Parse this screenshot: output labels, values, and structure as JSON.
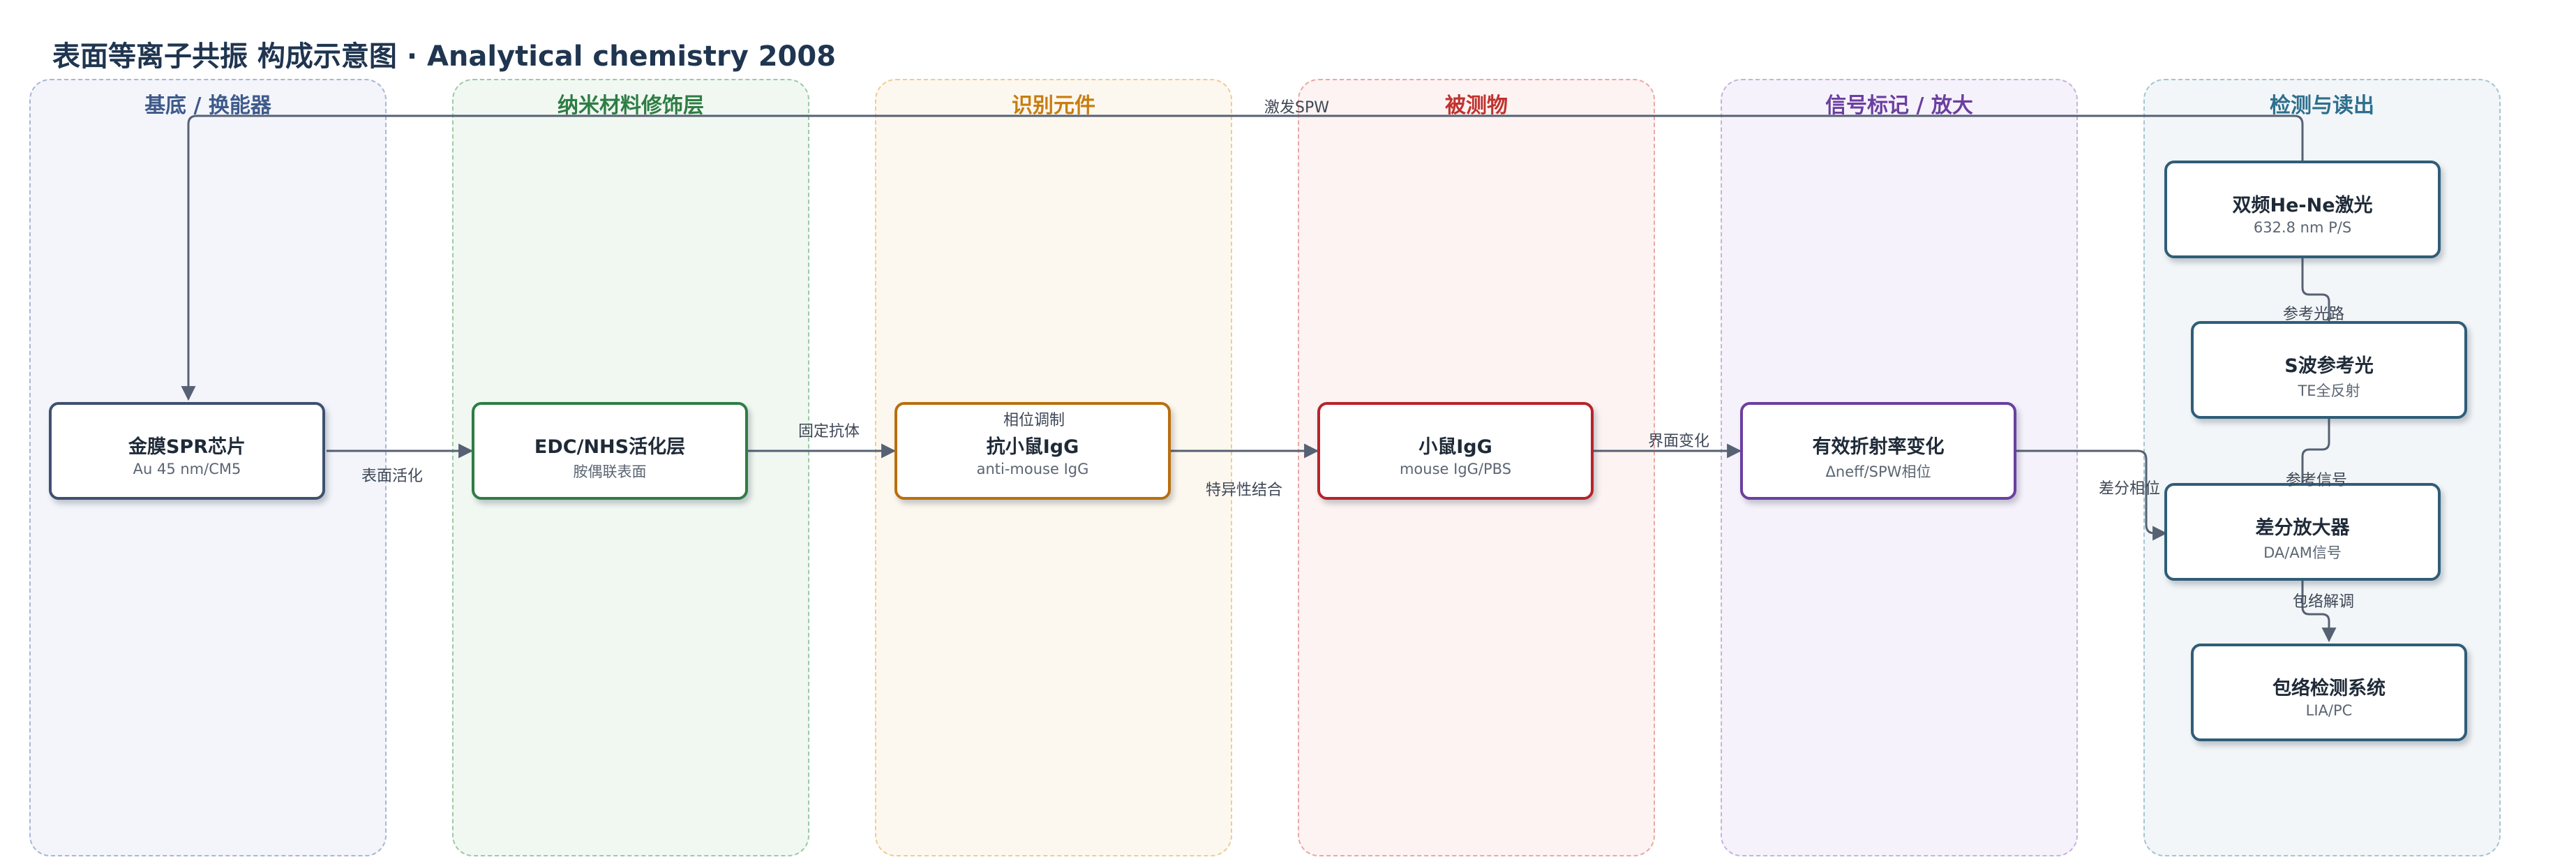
{
  "title": "表面等离子共振 构成示意图 · Analytical chemistry 2008",
  "lanes": [
    {
      "label": "基底 / 换能器",
      "color": "#3e5a8a",
      "fill": "#f3f5fb",
      "border": "#a9b6d6"
    },
    {
      "label": "纳米材料修饰层",
      "color": "#2e7d44",
      "fill": "#f1f8f2",
      "border": "#9ccaa7"
    },
    {
      "label": "识别元件",
      "color": "#c77d12",
      "fill": "#fdf8ef",
      "border": "#efcc93"
    },
    {
      "label": "被测物",
      "color": "#c0332f",
      "fill": "#fdf3f2",
      "border": "#eba8a3"
    },
    {
      "label": "信号标记 / 放大",
      "color": "#6b3fa0",
      "fill": "#f6f2fb",
      "border": "#c7b2e0"
    },
    {
      "label": "检测与读出",
      "color": "#2e6f8e",
      "fill": "#f2f6f8",
      "border": "#a7c4d2"
    }
  ],
  "nodes": [
    {
      "id": "gold-chip",
      "title": "金膜SPR芯片",
      "sub": "Au 45 nm/CM5",
      "color": "#3e5170"
    },
    {
      "id": "edc-nhs",
      "title": "EDC/NHS活化层",
      "sub": "胺偶联表面",
      "color": "#2e7d44"
    },
    {
      "id": "anti-igg",
      "title": "抗小鼠IgG",
      "sub": "anti-mouse IgG",
      "color": "#b96f0e"
    },
    {
      "id": "mouse-igg",
      "title": "小鼠IgG",
      "sub": "mouse IgG/PBS",
      "color": "#b8232a"
    },
    {
      "id": "refractive",
      "title": "有效折射率变化",
      "sub": "Δneff/SPW相位",
      "color": "#6b3fa0"
    },
    {
      "id": "laser",
      "title": "双频He-Ne激光",
      "sub": "632.8 nm P/S",
      "color": "#2f5d78"
    },
    {
      "id": "s-wave",
      "title": "S波参考光",
      "sub": "TE全反射",
      "color": "#2f5d78"
    },
    {
      "id": "diff-amp",
      "title": "差分放大器",
      "sub": "DA/AM信号",
      "color": "#2f5d78"
    },
    {
      "id": "envelope",
      "title": "包络检测系统",
      "sub": "LIA/PC",
      "color": "#2f5d78"
    }
  ],
  "edges": {
    "excite_spw": "激发SPW",
    "surface_activation": "表面活化",
    "fix_antibody": "固定抗体",
    "phase_modulation": "相位调制",
    "specific_binding": "特异性结合",
    "interface_change": "界面变化",
    "diff_phase": "差分相位",
    "ref_path": "参考光路",
    "ref_signal": "参考信号",
    "envelope_demod": "包络解调"
  }
}
